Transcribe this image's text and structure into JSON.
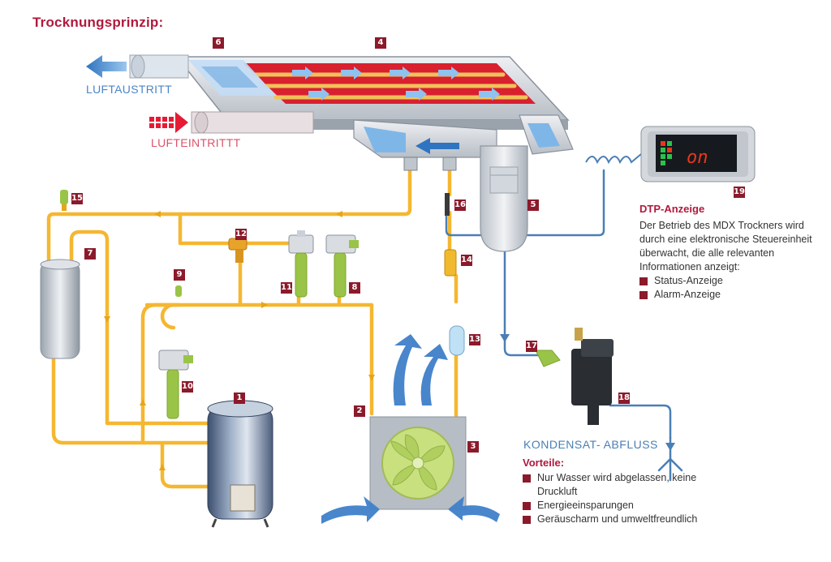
{
  "title": "Trocknungsprinzip:",
  "labels": {
    "luftaustritt": "LUFTAUSTRITT",
    "lufteintritt": "LUFTEINTRITTT",
    "kondensat": "KONDENSAT- ABFLUSS"
  },
  "display": {
    "text": "on"
  },
  "dtp": {
    "title": "DTP-Anzeige",
    "text": "Der Betrieb des MDX Trockners wird durch eine elektronische Steuereinheit überwacht, die alle relevanten Informationen anzeigt:",
    "bullets": [
      "Status-Anzeige",
      "Alarm-Anzeige"
    ]
  },
  "vorteile": {
    "title": "Vorteile:",
    "items": [
      "Nur Wasser wird abgelassen, keine Druckluft",
      "Energieeinsparungen",
      "Geräuscharm und umweltfreundlich"
    ]
  },
  "numbers": [
    "1",
    "2",
    "3",
    "4",
    "5",
    "6",
    "7",
    "8",
    "9",
    "10",
    "11",
    "12",
    "13",
    "14",
    "15",
    "16",
    "17",
    "18",
    "19"
  ],
  "colors": {
    "title": "#b01a3c",
    "badge": "#8b1a2b",
    "pipe": "#f5b731",
    "water": "#4a7fb5",
    "exchanger_red": "#d8202e",
    "air_blue": "#5a9ad6",
    "fan_green": "#b7d96b",
    "display_red": "#e8371a"
  }
}
